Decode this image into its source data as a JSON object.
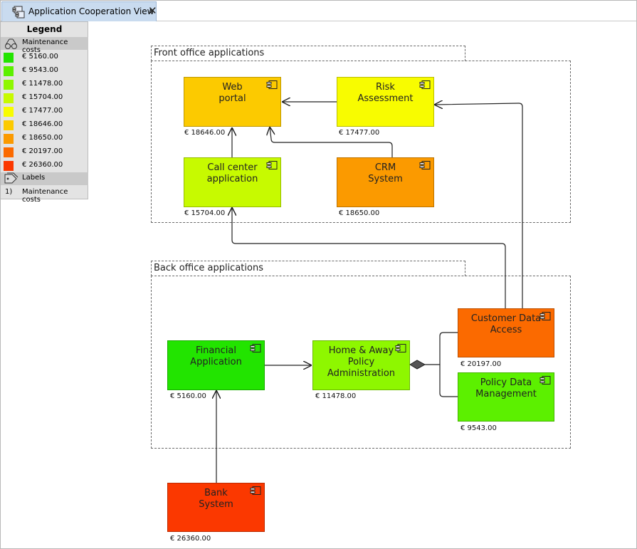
{
  "tab": {
    "title": "Application Cooperation View",
    "close": "✕",
    "icon": "component-diagram-icon"
  },
  "legend": {
    "title": "Legend",
    "section_costs": "Maintenance costs",
    "items": [
      {
        "label": "€ 5160.00",
        "color": "#22e400"
      },
      {
        "label": "€ 9543.00",
        "color": "#5cf000"
      },
      {
        "label": "€ 11478.00",
        "color": "#8ef700"
      },
      {
        "label": "€ 15704.00",
        "color": "#c7fa00"
      },
      {
        "label": "€ 17477.00",
        "color": "#f8fc00"
      },
      {
        "label": "€ 18646.00",
        "color": "#fcca00"
      },
      {
        "label": "€ 18650.00",
        "color": "#fb9a00"
      },
      {
        "label": "€ 20197.00",
        "color": "#fb6a00"
      },
      {
        "label": "€ 26360.00",
        "color": "#fb3800"
      }
    ],
    "section_labels": "Labels",
    "label_row": {
      "index": "1)",
      "text": "Maintenance costs"
    }
  },
  "groups": {
    "front": "Front office applications",
    "back": "Back office applications"
  },
  "nodes": {
    "web_portal": {
      "name": "Web\nportal",
      "cost": "€ 18646.00",
      "color": "#fcca00"
    },
    "risk": {
      "name": "Risk\nAssessment",
      "cost": "€ 17477.00",
      "color": "#f8fc00"
    },
    "call_center": {
      "name": "Call center\napplication",
      "cost": "€ 15704.00",
      "color": "#c7fa00"
    },
    "crm": {
      "name": "CRM\nSystem",
      "cost": "€ 18650.00",
      "color": "#fb9a00"
    },
    "financial": {
      "name": "Financial\nApplication",
      "cost": "€ 5160.00",
      "color": "#22e400"
    },
    "home_away": {
      "name": "Home & Away\nPolicy\nAdministration",
      "cost": "€ 11478.00",
      "color": "#8ef700"
    },
    "customer_data": {
      "name": "Customer Data\nAccess",
      "cost": "€ 20197.00",
      "color": "#fb6a00"
    },
    "policy_data": {
      "name": "Policy Data\nManagement",
      "cost": "€ 9543.00",
      "color": "#5cf000"
    },
    "bank": {
      "name": "Bank\nSystem",
      "cost": "€ 26360.00",
      "color": "#fb3800"
    }
  }
}
